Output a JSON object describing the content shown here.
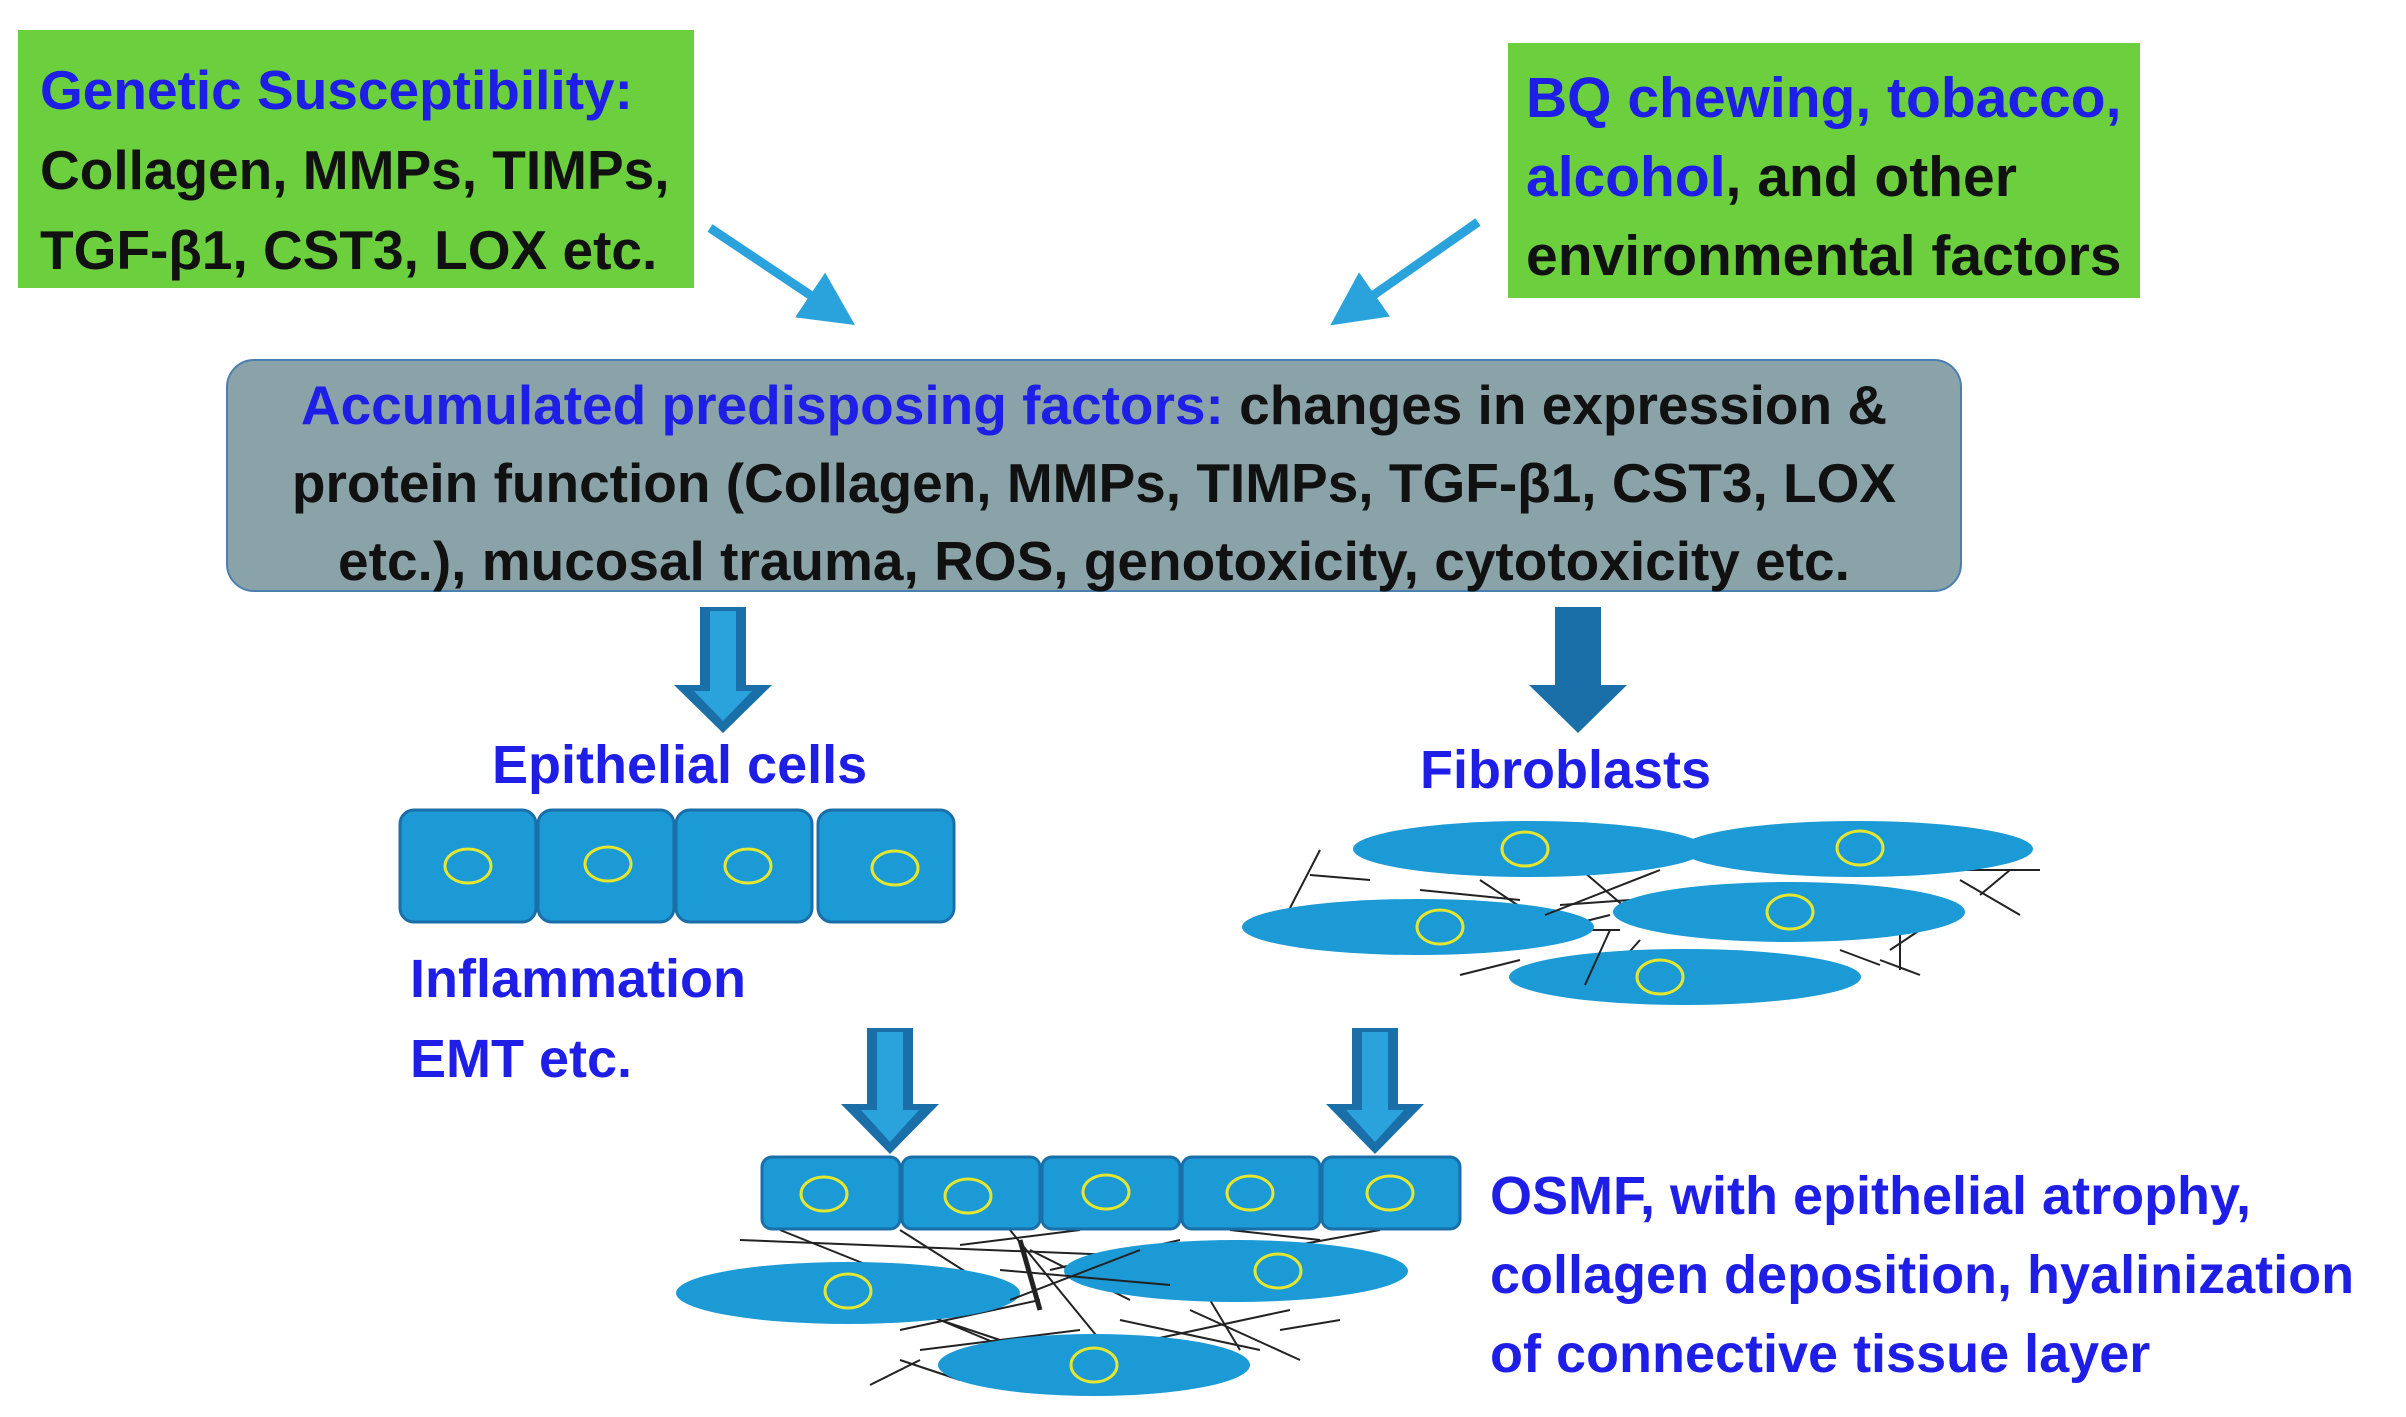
{
  "genetic": {
    "title": "Genetic Susceptibility:",
    "line1": "Collagen, MMPs, TIMPs,",
    "line2": "TGF-β1, CST3, LOX etc."
  },
  "environment": {
    "line1": "BQ chewing, tobacco,",
    "line2_blue": "alcohol",
    "line2_rest": ", and other",
    "line3": "environmental factors"
  },
  "accumulated": {
    "title": "Accumulated predisposing factors:",
    "text1": " changes in expression &",
    "line2": "protein function (Collagen, MMPs, TIMPs, TGF-β1, CST3, LOX",
    "line3": "etc.), mucosal trauma, ROS, genotoxicity, cytotoxicity etc."
  },
  "labels": {
    "epithelial": "Epithelial cells",
    "fibroblasts": "Fibroblasts",
    "inflammation": "Inflammation",
    "emt": "EMT etc.",
    "osmf1": "OSMF, with epithelial atrophy,",
    "osmf2": "collagen deposition, hyalinization",
    "osmf3": "of connective tissue layer"
  },
  "colors": {
    "green_box": "#6ccf3e",
    "gray_box": "#8aa3a8",
    "blue_text": "#1e1ee6",
    "cell_fill": "#1b9ad6",
    "nucleus": "#e6e62e",
    "arrow": "#1b6fa8"
  }
}
